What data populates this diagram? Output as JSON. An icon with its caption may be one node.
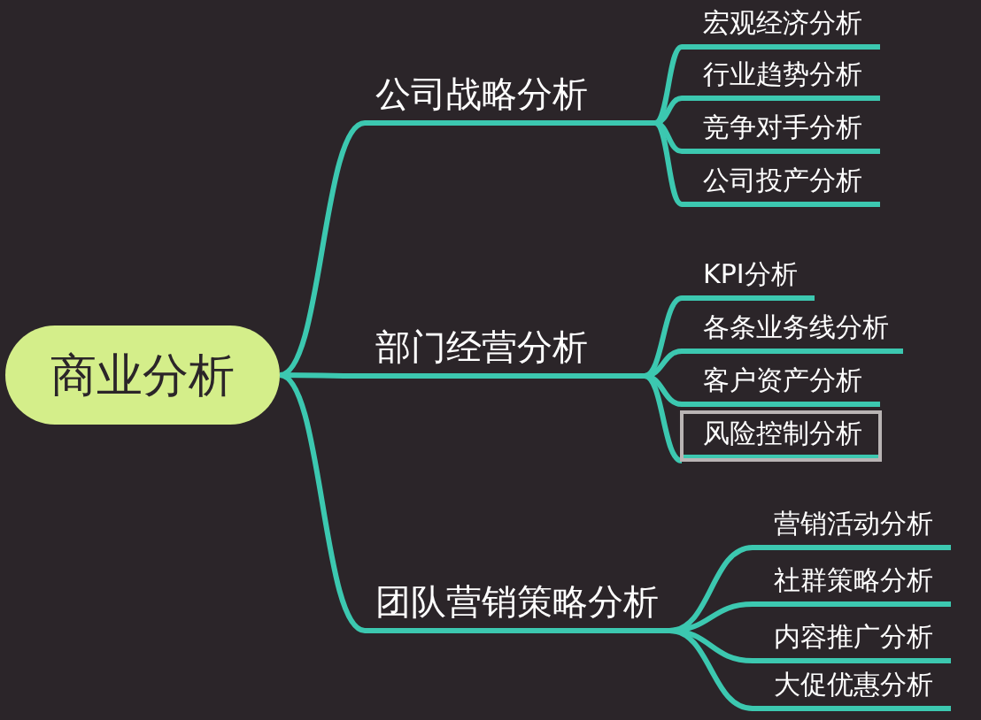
{
  "diagram": {
    "nodes": [
      {
        "text": [
          "商业分析"
        ]
      },
      {
        "text": [
          "公司战略分析"
        ]
      },
      {
        "text": [
          "宏观经济分析"
        ]
      },
      {
        "text": [
          "行业趋势分析"
        ]
      },
      {
        "text": [
          "竞争对手分析"
        ]
      },
      {
        "text": [
          "公司投产分析"
        ]
      },
      {
        "text": [
          "部门经营分析"
        ]
      },
      {
        "text": [
          "KPI分析"
        ]
      },
      {
        "text": [
          "各条业务线分析"
        ]
      },
      {
        "text": [
          "客户资产分析"
        ]
      },
      {
        "text": [
          "风险控制分析"
        ]
      },
      {
        "text": [
          "团队营销策略分析"
        ]
      },
      {
        "text": [
          "营销活动分析"
        ]
      },
      {
        "text": [
          "社群策略分析"
        ]
      },
      {
        "text": [
          "内容推广分析"
        ]
      },
      {
        "text": [
          "大促优惠分析"
        ]
      }
    ],
    "edges": [
      {
        "from": 0,
        "to": 1,
        "arrow": "none"
      },
      {
        "from": 0,
        "to": 6,
        "arrow": "none"
      },
      {
        "from": 0,
        "to": 11,
        "arrow": "none"
      },
      {
        "from": 1,
        "to": 2,
        "arrow": "none"
      },
      {
        "from": 1,
        "to": 3,
        "arrow": "none"
      },
      {
        "from": 1,
        "to": 4,
        "arrow": "none"
      },
      {
        "from": 1,
        "to": 5,
        "arrow": "none"
      },
      {
        "from": 6,
        "to": 7,
        "arrow": "none"
      },
      {
        "from": 6,
        "to": 8,
        "arrow": "none"
      },
      {
        "from": 6,
        "to": 9,
        "arrow": "none"
      },
      {
        "from": 6,
        "to": 10,
        "arrow": "none"
      },
      {
        "from": 11,
        "to": 12,
        "arrow": "none"
      },
      {
        "from": 11,
        "to": 13,
        "arrow": "none"
      },
      {
        "from": 11,
        "to": 14,
        "arrow": "none"
      },
      {
        "from": 11,
        "to": 15,
        "arrow": "none"
      }
    ]
  }
}
